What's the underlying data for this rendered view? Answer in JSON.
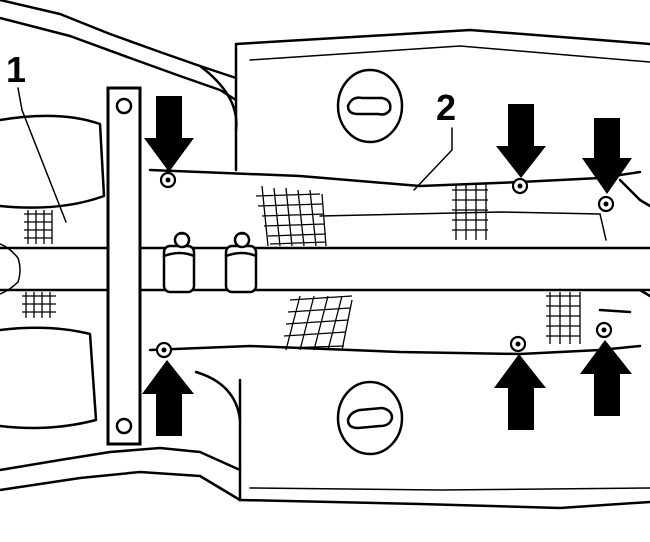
{
  "callouts": [
    {
      "id": "1",
      "label": "1"
    },
    {
      "id": "2",
      "label": "2"
    }
  ],
  "arrows": {
    "top": [
      "left-bracket",
      "mid-right",
      "far-right"
    ],
    "bottom": [
      "left-bracket",
      "mid-right",
      "far-right"
    ]
  },
  "colors": {
    "ink": "#000000",
    "paper": "#ffffff"
  }
}
